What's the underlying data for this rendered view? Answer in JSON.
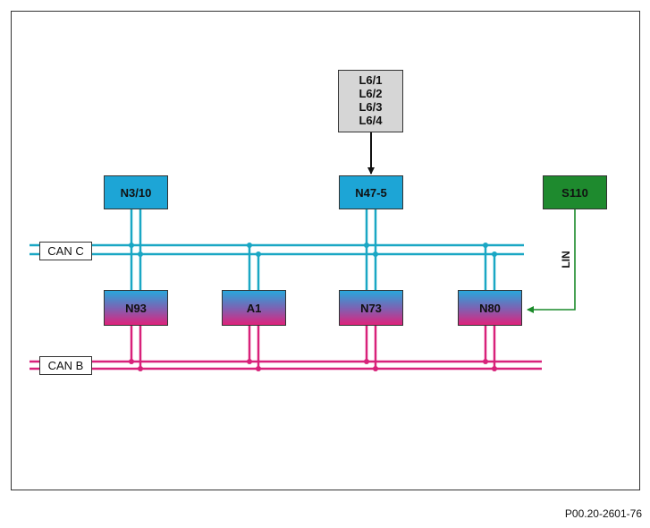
{
  "colors": {
    "can_c": "#1aa7c4",
    "can_b": "#d8217a",
    "lin": "#1a8a2a",
    "ecu_top": "#1da5d6",
    "ecu_bottom": "#e0207a",
    "s110": "#1e8a2e",
    "switch_box": "#d6d6d6"
  },
  "buses": {
    "can_c": "CAN C",
    "can_b": "CAN B",
    "lin": "LIN"
  },
  "switch_box": {
    "lines": [
      "L6/1",
      "L6/2",
      "L6/3",
      "L6/4"
    ]
  },
  "modules": {
    "n3_10": "N3/10",
    "n47_5": "N47-5",
    "s110": "S110",
    "n93": "N93",
    "a1": "A1",
    "n73": "N73",
    "n80": "N80"
  },
  "figure_ref": "P00.20-2601-76"
}
